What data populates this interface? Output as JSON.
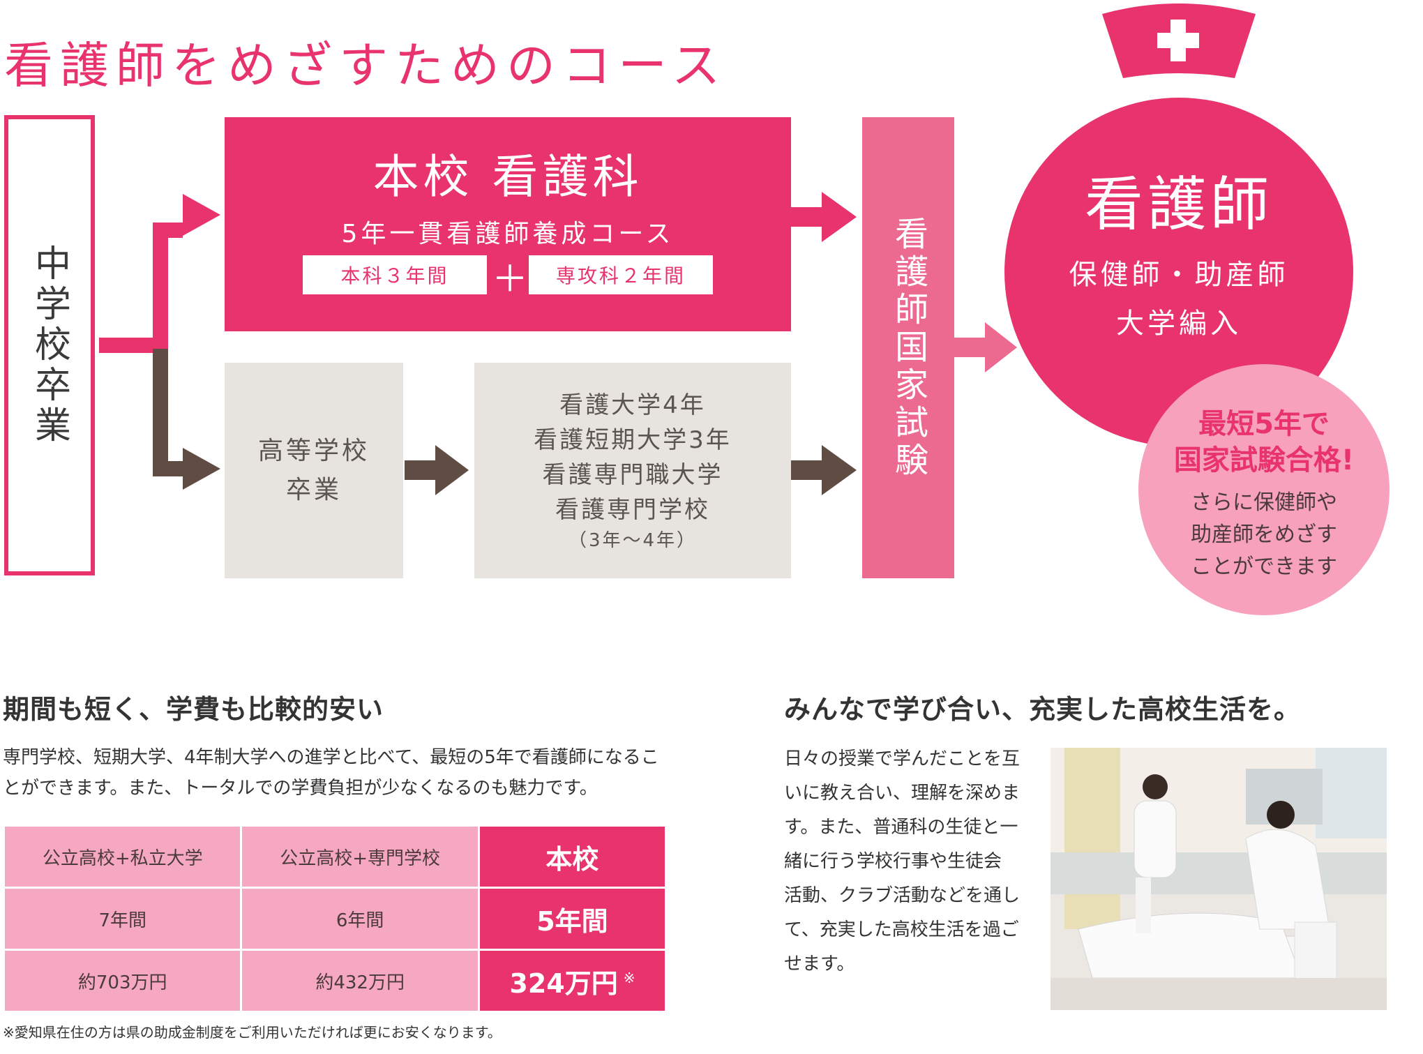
{
  "title": "看護師をめざすためのコース",
  "start": "中学校卒業",
  "main_course": {
    "name": "本校 看護科",
    "subtitle": "5年一貫看護師養成コース",
    "part1": "本科３年間",
    "plus": "＋",
    "part2": "専攻科２年間"
  },
  "alt_route": {
    "highschool": [
      "高等学校",
      "卒業"
    ],
    "schools": [
      "看護大学4年",
      "看護短期大学3年",
      "看護専門職大学",
      "看護専門学校"
    ],
    "duration": "（3年～4年）"
  },
  "exam": "看護師国家試験",
  "goal": {
    "title": "看護師",
    "sub1": "保健師・助産師",
    "sub2": "大学編入"
  },
  "bubble": {
    "headline1": "最短5年で",
    "headline2": "国家試験合格!",
    "line1": "さらに保健師や",
    "line2": "助産師をめざす",
    "line3": "ことができます"
  },
  "section1": {
    "heading": "期間も短く、学費も比較的安い",
    "body1": "専門学校、短期大学、4年制大学への進学と比べて、最短の5年で看護師になるこ",
    "body2": "とができます。また、トータルでの学費負担が少なくなるのも魅力です。"
  },
  "cost_table": {
    "headers": [
      "公立高校+私立大学",
      "公立高校+専門学校",
      "本校"
    ],
    "years": [
      "7年間",
      "6年間",
      "5年間"
    ],
    "costs": [
      "約703万円",
      "約432万円",
      "324万円"
    ],
    "mark": "※"
  },
  "footnote": "※愛知県在住の方は県の助成金制度をご利用いただければ更にお安くなります。",
  "section2": {
    "heading": "みんなで学び合い、充実した高校生活を。",
    "lines": [
      "日々の授業で学んだことを互",
      "いに教え合い、理解を深めま",
      "す。また、普通科の生徒と一",
      "緒に行う学校行事や生徒会",
      "活動、クラブ活動などを通し",
      "て、充実した高校生活を過ご",
      "せます。"
    ]
  },
  "colors": {
    "pink": "#e8336d",
    "light_pink": "#f6a8c2",
    "brown": "#5f4d43",
    "grey": "#e7e4e0"
  }
}
